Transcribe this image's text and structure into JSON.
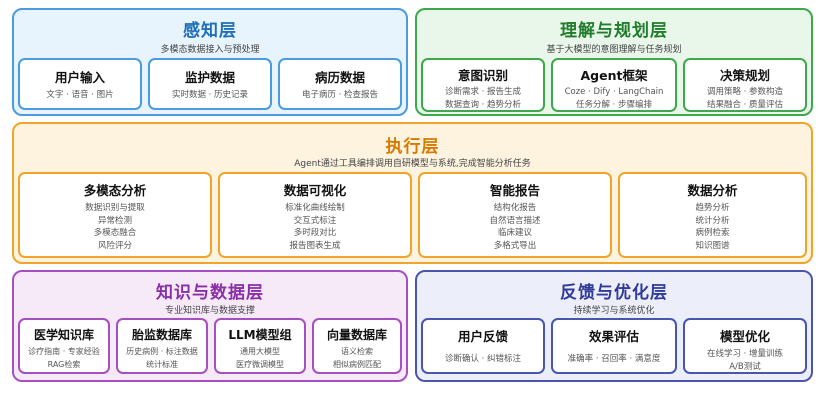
{
  "perception": {
    "title": "感知层",
    "subtitle": "多模态数据接入与预处理",
    "cards": [
      {
        "title": "用户输入",
        "lines": [
          "文字 · 语音 · 图片"
        ]
      },
      {
        "title": "监护数据",
        "lines": [
          "实时数据 · 历史记录"
        ]
      },
      {
        "title": "病历数据",
        "lines": [
          "电子病历 · 检查报告"
        ]
      }
    ]
  },
  "planning": {
    "title": "理解与规划层",
    "subtitle": "基于大模型的意图理解与任务规划",
    "cards": [
      {
        "title": "意图识别",
        "lines": [
          "诊断需求 · 报告生成",
          "数据查询 · 趋势分析"
        ]
      },
      {
        "title": "Agent框架",
        "lines": [
          "Coze · Dify · LangChain",
          "任务分解 · 步骤编排"
        ]
      },
      {
        "title": "决策规划",
        "lines": [
          "调用策略 · 参数构造",
          "结果融合 · 质量评估"
        ]
      }
    ]
  },
  "execution": {
    "title": "执行层",
    "subtitle": "Agent通过工具编排调用自研模型与系统,完成智能分析任务",
    "cards": [
      {
        "title": "多模态分析",
        "lines": [
          "数据识别与提取",
          "异常检测",
          "多模态融合",
          "风险评分"
        ]
      },
      {
        "title": "数据可视化",
        "lines": [
          "标准化曲线绘制",
          "交互式标注",
          "多时段对比",
          "报告图表生成"
        ]
      },
      {
        "title": "智能报告",
        "lines": [
          "结构化报告",
          "自然语言描述",
          "临床建议",
          "多格式导出"
        ]
      },
      {
        "title": "数据分析",
        "lines": [
          "趋势分析",
          "统计分析",
          "病例检索",
          "知识图谱"
        ]
      }
    ]
  },
  "knowledge": {
    "title": "知识与数据层",
    "subtitle": "专业知识库与数据支撑",
    "cards": [
      {
        "title": "医学知识库",
        "lines": [
          "诊疗指南 · 专家经验",
          "RAG检索"
        ]
      },
      {
        "title": "胎监数据库",
        "lines": [
          "历史病例 · 标注数据",
          "统计标准"
        ]
      },
      {
        "title": "LLM模型组",
        "lines": [
          "通用大模型",
          "医疗微调模型"
        ]
      },
      {
        "title": "向量数据库",
        "lines": [
          "语义检索",
          "相似病例匹配"
        ]
      }
    ]
  },
  "feedback": {
    "title": "反馈与优化层",
    "subtitle": "持续学习与系统优化",
    "cards": [
      {
        "title": "用户反馈",
        "lines": [
          "诊断确认 · 纠错标注"
        ]
      },
      {
        "title": "效果评估",
        "lines": [
          "准确率 · 召回率 · 满意度"
        ]
      },
      {
        "title": "模型优化",
        "lines": [
          "在线学习 · 增量训练",
          "A/B测试"
        ]
      }
    ]
  }
}
